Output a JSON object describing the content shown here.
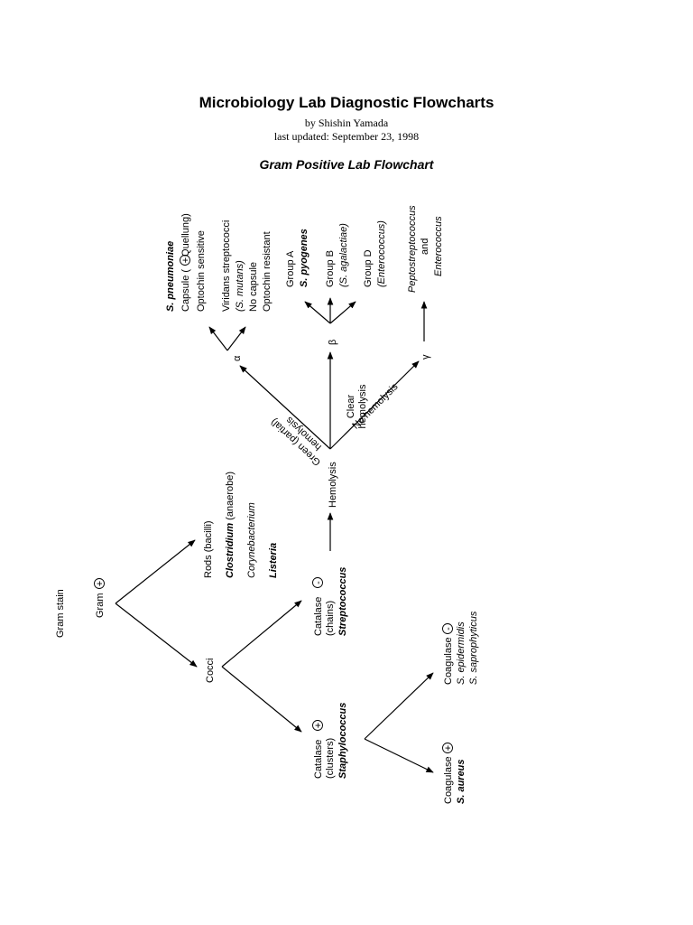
{
  "header": {
    "title": "Microbiology Lab Diagnostic Flowcharts",
    "author": "by Shishin Yamada",
    "updated": "last updated: September 23, 1998",
    "subtitle": "Gram Positive Lab Flowchart"
  },
  "nodes": {
    "gram_stain": "Gram stain",
    "gram_pos": "Gram",
    "plus": "+",
    "minus": "-",
    "rods": "Rods (bacilli)",
    "clostridium": "Clostridium",
    "anaerobe": " (anaerobe)",
    "corynebacterium": "Corynebacterium",
    "listeria": "Listeria",
    "cocci": "Cocci",
    "strep_catalase": "Catalase",
    "strep_chains": "(chains)",
    "streptococcus": "Streptococcus",
    "staph_catalase": "Catalase",
    "staph_clusters": "(clusters)",
    "staphylococcus": "Staphylococcus",
    "hemolysis": "Hemolysis",
    "edge_green_1": "Green (partial)",
    "edge_green_2": "hemolysis",
    "edge_clear_1": "Clear",
    "edge_clear_2": "hemolysis",
    "edge_none": "No hemolysis",
    "alpha": "α",
    "beta": "β",
    "gamma": "γ",
    "s_pneumoniae": "S. pneumoniae",
    "capsule": "Capsule",
    "quellung": "Quellung)",
    "capsule_open": "(",
    "optochin_sensitive": "Optochin sensitive",
    "viridans": "Viridans streptococci",
    "s_mutans": "(S. mutans)",
    "no_capsule": "No capsule",
    "optochin_resistant": "Optochin resistant",
    "group_a": "Group A",
    "s_pyogenes": "S. pyogenes",
    "group_b": "Group B",
    "s_agalactiae": "(S. agalactiae)",
    "group_d": "Group D",
    "enterococcus_paren": "(Enterococcus)",
    "peptostreptococcus": "Peptostreptococcus",
    "and": "and",
    "enterococcus": "Enterococcus",
    "coagulase_neg": "Coagulase",
    "s_epidermidis": "S. epidermidis",
    "s_saprophyticus": "S. saprophyticus",
    "coagulase_pos": "Coagulase",
    "s_aureus": "S. aureus"
  }
}
